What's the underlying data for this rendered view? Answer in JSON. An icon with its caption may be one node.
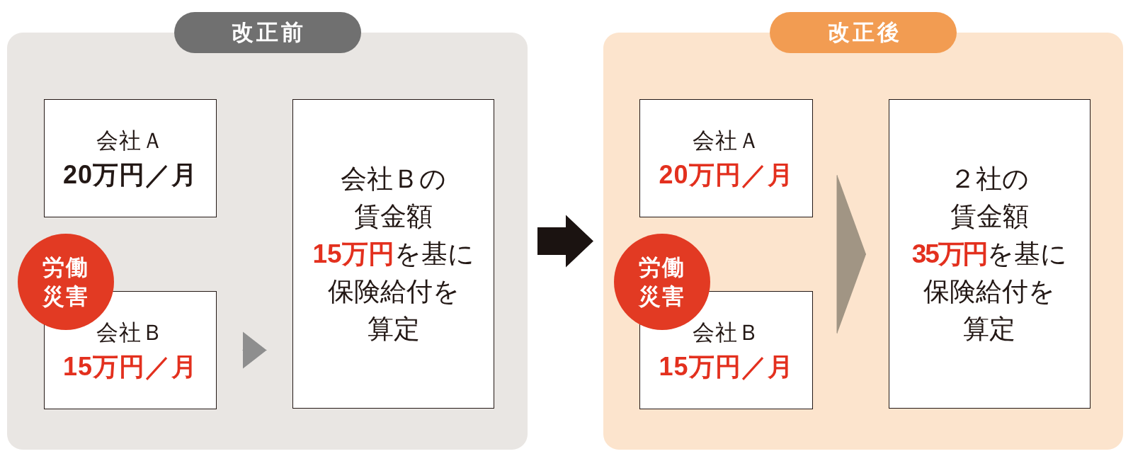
{
  "diagram": {
    "nodes": [
      {
        "text": [
          "改正前"
        ]
      },
      {
        "text": [
          "会社Ａ",
          "20万円／月"
        ],
        "in": 0
      },
      {
        "text": [
          "会社Ｂ",
          "15万円／月"
        ],
        "in": 0,
        "beside": [
          "労働災害"
        ]
      },
      {
        "text": [
          "会社Ｂの賃金額**15万円**を基に保険給付を算定"
        ],
        "in": 0
      },
      {
        "text": [
          "改正後"
        ]
      },
      {
        "text": [
          "会社Ａ",
          "20万円／月"
        ],
        "in": 4
      },
      {
        "text": [
          "会社Ｂ",
          "15万円／月"
        ],
        "in": 4,
        "beside": [
          "労働災害"
        ]
      },
      {
        "text": [
          "２社の賃金額**35万円**を基に保険給付を算定"
        ],
        "in": 4
      }
    ],
    "edges": [
      {
        "from": 2,
        "to": 3,
        "arrow": "to",
        "color": "#8e8e8e"
      },
      {
        "from": 0,
        "to": 4,
        "arrow": "to",
        "style": "thick",
        "color": "#1b1311"
      },
      {
        "from": 5,
        "to": 7,
        "arrow": "to",
        "color": "#a19584"
      },
      {
        "from": 6,
        "to": 7,
        "arrow": "to",
        "color": "#a19584"
      }
    ]
  }
}
